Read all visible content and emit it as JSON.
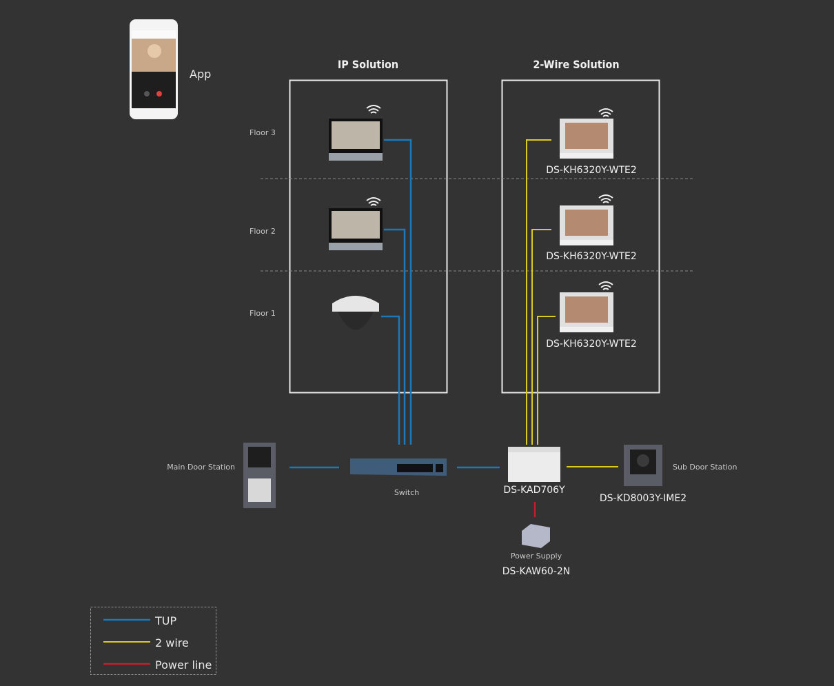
{
  "app": {
    "label": "App"
  },
  "sections": {
    "ip": "IP Solution",
    "two_wire": "2-Wire Solution"
  },
  "floors": [
    "Floor 3",
    "Floor 2",
    "Floor 1"
  ],
  "two_wire_monitors": [
    "DS-KH6320Y-WTE2",
    "DS-KH6320Y-WTE2",
    "DS-KH6320Y-WTE2"
  ],
  "devices": {
    "main_door_station": "Main Door Station",
    "switch": "Switch",
    "distributor": "DS-KAD706Y",
    "sub_door_station": "Sub Door Station",
    "sub_door_model": "DS-KD8003Y-IME2",
    "power_supply": "Power Supply",
    "power_model": "DS-KAW60-2N"
  },
  "legend": [
    {
      "label": "TUP",
      "color": "#1b79b8"
    },
    {
      "label": "2 wire",
      "color": "#d8cc22"
    },
    {
      "label": "Power line",
      "color": "#c21f2b"
    }
  ],
  "colors": {
    "background": "#333333",
    "tup": "#1b79b8",
    "two_wire": "#d8cc22",
    "power": "#c21f2b"
  }
}
